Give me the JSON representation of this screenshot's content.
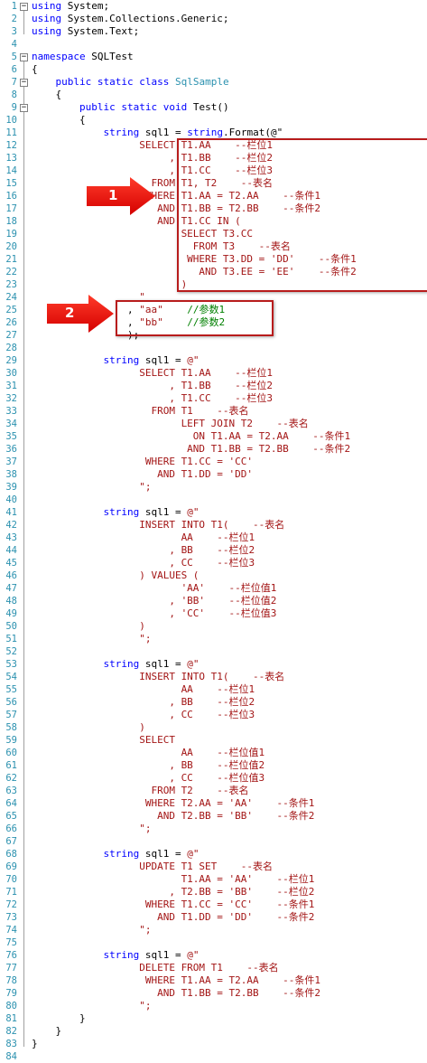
{
  "editor": {
    "lines": [
      {
        "n": "1",
        "t": [
          [
            "kw",
            "using"
          ],
          [
            "pl",
            " System;"
          ]
        ]
      },
      {
        "n": "2",
        "t": [
          [
            "kw",
            "using"
          ],
          [
            "pl",
            " System.Collections.Generic;"
          ]
        ]
      },
      {
        "n": "3",
        "t": [
          [
            "kw",
            "using"
          ],
          [
            "pl",
            " System.Text;"
          ]
        ]
      },
      {
        "n": "4",
        "t": []
      },
      {
        "n": "5",
        "t": [
          [
            "kw",
            "namespace"
          ],
          [
            "pl",
            " SQLTest"
          ]
        ]
      },
      {
        "n": "6",
        "t": [
          [
            "pl",
            "{"
          ]
        ]
      },
      {
        "n": "7",
        "t": [
          [
            "pl",
            "    "
          ],
          [
            "kw",
            "public static class"
          ],
          [
            "pl",
            " "
          ],
          [
            "ty",
            "SqlSample"
          ]
        ]
      },
      {
        "n": "8",
        "t": [
          [
            "pl",
            "    {"
          ]
        ]
      },
      {
        "n": "9",
        "t": [
          [
            "pl",
            "        "
          ],
          [
            "kw",
            "public static void"
          ],
          [
            "pl",
            " Test()"
          ]
        ]
      },
      {
        "n": "10",
        "t": [
          [
            "pl",
            "        {"
          ]
        ]
      },
      {
        "n": "11",
        "t": [
          [
            "pl",
            "            "
          ],
          [
            "kw",
            "string"
          ],
          [
            "pl",
            " sql1 = "
          ],
          [
            "kw",
            "string"
          ],
          [
            "pl",
            ".Format(@\""
          ]
        ]
      },
      {
        "n": "12",
        "t": [
          [
            "st",
            "                  SELECT T1.AA    --栏位1"
          ]
        ]
      },
      {
        "n": "13",
        "t": [
          [
            "st",
            "                       , T1.BB    --栏位2"
          ]
        ]
      },
      {
        "n": "14",
        "t": [
          [
            "st",
            "                       , T1.CC    --栏位3"
          ]
        ]
      },
      {
        "n": "15",
        "t": [
          [
            "st",
            "                    FROM T1, T2    --表名"
          ]
        ]
      },
      {
        "n": "16",
        "t": [
          [
            "st",
            "                   WHERE T1.AA = T2.AA    --条件1"
          ]
        ]
      },
      {
        "n": "17",
        "t": [
          [
            "st",
            "                     AND T1.BB = T2.BB    --条件2"
          ]
        ]
      },
      {
        "n": "18",
        "t": [
          [
            "st",
            "                     AND T1.CC IN ("
          ]
        ]
      },
      {
        "n": "19",
        "t": [
          [
            "st",
            "                         SELECT T3.CC"
          ]
        ]
      },
      {
        "n": "20",
        "t": [
          [
            "st",
            "                           FROM T3    --表名"
          ]
        ]
      },
      {
        "n": "21",
        "t": [
          [
            "st",
            "                          WHERE T3.DD = 'DD'    --条件1"
          ]
        ]
      },
      {
        "n": "22",
        "t": [
          [
            "st",
            "                            AND T3.EE = 'EE'    --条件2"
          ]
        ]
      },
      {
        "n": "23",
        "t": [
          [
            "st",
            "                         )"
          ]
        ]
      },
      {
        "n": "24",
        "t": [
          [
            "st",
            "                  \""
          ]
        ]
      },
      {
        "n": "25",
        "t": [
          [
            "pl",
            "                , "
          ],
          [
            "st",
            "\"aa\""
          ],
          [
            "pl",
            "    "
          ],
          [
            "cm",
            "//参数1"
          ]
        ]
      },
      {
        "n": "26",
        "t": [
          [
            "pl",
            "                , "
          ],
          [
            "st",
            "\"bb\""
          ],
          [
            "pl",
            "    "
          ],
          [
            "cm",
            "//参数2"
          ]
        ]
      },
      {
        "n": "27",
        "t": [
          [
            "pl",
            "                );"
          ]
        ]
      },
      {
        "n": "28",
        "t": []
      },
      {
        "n": "29",
        "t": [
          [
            "pl",
            "            "
          ],
          [
            "kw",
            "string"
          ],
          [
            "pl",
            " sql1 = "
          ],
          [
            "st",
            "@\""
          ]
        ]
      },
      {
        "n": "30",
        "t": [
          [
            "st",
            "                  SELECT T1.AA    --栏位1"
          ]
        ]
      },
      {
        "n": "31",
        "t": [
          [
            "st",
            "                       , T1.BB    --栏位2"
          ]
        ]
      },
      {
        "n": "32",
        "t": [
          [
            "st",
            "                       , T1.CC    --栏位3"
          ]
        ]
      },
      {
        "n": "33",
        "t": [
          [
            "st",
            "                    FROM T1    --表名"
          ]
        ]
      },
      {
        "n": "34",
        "t": [
          [
            "st",
            "                         LEFT JOIN T2    --表名"
          ]
        ]
      },
      {
        "n": "35",
        "t": [
          [
            "st",
            "                           ON T1.AA = T2.AA    --条件1"
          ]
        ]
      },
      {
        "n": "36",
        "t": [
          [
            "st",
            "                          AND T1.BB = T2.BB    --条件2"
          ]
        ]
      },
      {
        "n": "37",
        "t": [
          [
            "st",
            "                   WHERE T1.CC = 'CC'"
          ]
        ]
      },
      {
        "n": "38",
        "t": [
          [
            "st",
            "                     AND T1.DD = 'DD'"
          ]
        ]
      },
      {
        "n": "39",
        "t": [
          [
            "st",
            "                  \";"
          ]
        ]
      },
      {
        "n": "40",
        "t": []
      },
      {
        "n": "41",
        "t": [
          [
            "pl",
            "            "
          ],
          [
            "kw",
            "string"
          ],
          [
            "pl",
            " sql1 = "
          ],
          [
            "st",
            "@\""
          ]
        ]
      },
      {
        "n": "42",
        "t": [
          [
            "st",
            "                  INSERT INTO T1(    --表名"
          ]
        ]
      },
      {
        "n": "43",
        "t": [
          [
            "st",
            "                         AA    --栏位1"
          ]
        ]
      },
      {
        "n": "44",
        "t": [
          [
            "st",
            "                       , BB    --栏位2"
          ]
        ]
      },
      {
        "n": "45",
        "t": [
          [
            "st",
            "                       , CC    --栏位3"
          ]
        ]
      },
      {
        "n": "46",
        "t": [
          [
            "st",
            "                  ) VALUES ("
          ]
        ]
      },
      {
        "n": "47",
        "t": [
          [
            "st",
            "                         'AA'    --栏位值1"
          ]
        ]
      },
      {
        "n": "48",
        "t": [
          [
            "st",
            "                       , 'BB'    --栏位值2"
          ]
        ]
      },
      {
        "n": "49",
        "t": [
          [
            "st",
            "                       , 'CC'    --栏位值3"
          ]
        ]
      },
      {
        "n": "50",
        "t": [
          [
            "st",
            "                  )"
          ]
        ]
      },
      {
        "n": "51",
        "t": [
          [
            "st",
            "                  \";"
          ]
        ]
      },
      {
        "n": "52",
        "t": []
      },
      {
        "n": "53",
        "t": [
          [
            "pl",
            "            "
          ],
          [
            "kw",
            "string"
          ],
          [
            "pl",
            " sql1 = "
          ],
          [
            "st",
            "@\""
          ]
        ]
      },
      {
        "n": "54",
        "t": [
          [
            "st",
            "                  INSERT INTO T1(    --表名"
          ]
        ]
      },
      {
        "n": "55",
        "t": [
          [
            "st",
            "                         AA    --栏位1"
          ]
        ]
      },
      {
        "n": "56",
        "t": [
          [
            "st",
            "                       , BB    --栏位2"
          ]
        ]
      },
      {
        "n": "57",
        "t": [
          [
            "st",
            "                       , CC    --栏位3"
          ]
        ]
      },
      {
        "n": "58",
        "t": [
          [
            "st",
            "                  )"
          ]
        ]
      },
      {
        "n": "59",
        "t": [
          [
            "st",
            "                  SELECT"
          ]
        ]
      },
      {
        "n": "60",
        "t": [
          [
            "st",
            "                         AA    --栏位值1"
          ]
        ]
      },
      {
        "n": "61",
        "t": [
          [
            "st",
            "                       , BB    --栏位值2"
          ]
        ]
      },
      {
        "n": "62",
        "t": [
          [
            "st",
            "                       , CC    --栏位值3"
          ]
        ]
      },
      {
        "n": "63",
        "t": [
          [
            "st",
            "                    FROM T2    --表名"
          ]
        ]
      },
      {
        "n": "64",
        "t": [
          [
            "st",
            "                   WHERE T2.AA = 'AA'    --条件1"
          ]
        ]
      },
      {
        "n": "65",
        "t": [
          [
            "st",
            "                     AND T2.BB = 'BB'    --条件2"
          ]
        ]
      },
      {
        "n": "66",
        "t": [
          [
            "st",
            "                  \";"
          ]
        ]
      },
      {
        "n": "67",
        "t": []
      },
      {
        "n": "68",
        "t": [
          [
            "pl",
            "            "
          ],
          [
            "kw",
            "string"
          ],
          [
            "pl",
            " sql1 = "
          ],
          [
            "st",
            "@\""
          ]
        ]
      },
      {
        "n": "69",
        "t": [
          [
            "st",
            "                  UPDATE T1 SET    --表名"
          ]
        ]
      },
      {
        "n": "70",
        "t": [
          [
            "st",
            "                         T1.AA = 'AA'    --栏位1"
          ]
        ]
      },
      {
        "n": "71",
        "t": [
          [
            "st",
            "                       , T2.BB = 'BB'    --栏位2"
          ]
        ]
      },
      {
        "n": "72",
        "t": [
          [
            "st",
            "                   WHERE T1.CC = 'CC'    --条件1"
          ]
        ]
      },
      {
        "n": "73",
        "t": [
          [
            "st",
            "                     AND T1.DD = 'DD'    --条件2"
          ]
        ]
      },
      {
        "n": "74",
        "t": [
          [
            "st",
            "                  \";"
          ]
        ]
      },
      {
        "n": "75",
        "t": []
      },
      {
        "n": "76",
        "t": [
          [
            "pl",
            "            "
          ],
          [
            "kw",
            "string"
          ],
          [
            "pl",
            " sql1 = "
          ],
          [
            "st",
            "@\""
          ]
        ]
      },
      {
        "n": "77",
        "t": [
          [
            "st",
            "                  DELETE FROM T1    --表名"
          ]
        ]
      },
      {
        "n": "78",
        "t": [
          [
            "st",
            "                   WHERE T1.AA = T2.AA    --条件1"
          ]
        ]
      },
      {
        "n": "79",
        "t": [
          [
            "st",
            "                     AND T1.BB = T2.BB    --条件2"
          ]
        ]
      },
      {
        "n": "80",
        "t": [
          [
            "st",
            "                  \";"
          ]
        ]
      },
      {
        "n": "81",
        "t": [
          [
            "pl",
            "        }"
          ]
        ]
      },
      {
        "n": "82",
        "t": [
          [
            "pl",
            "    }"
          ]
        ]
      },
      {
        "n": "83",
        "t": [
          [
            "pl",
            "}"
          ]
        ]
      },
      {
        "n": "84",
        "t": []
      }
    ]
  },
  "callouts": [
    {
      "label": "1"
    },
    {
      "label": "2"
    }
  ],
  "colors": {
    "keyword": "#0000ff",
    "type": "#2b91af",
    "string": "#a31515",
    "comment": "#008000",
    "line_number": "#2b91af",
    "highlight_box": "#b81c1c",
    "callout_arrow": "#ff0000"
  }
}
